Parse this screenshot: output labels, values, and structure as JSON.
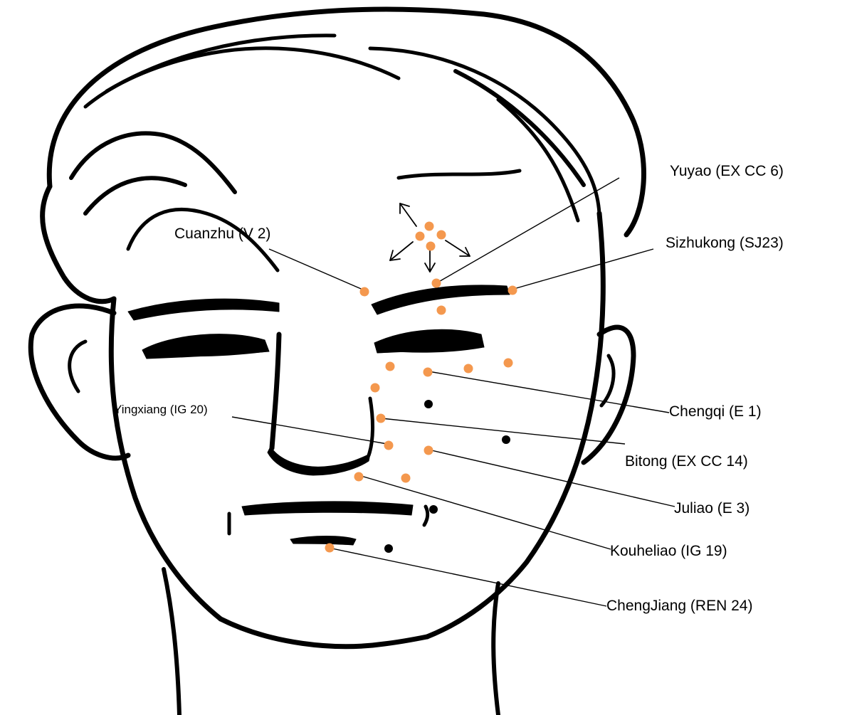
{
  "colors": {
    "acupoint": "#F4984E",
    "reference_point": "#000000",
    "line_art": "#000000",
    "background": "#ffffff"
  },
  "labels": {
    "yuyao": "Yuyao (EX CC 6)",
    "cuanzhu": "Cuanzhu (V 2)",
    "sizhukong": "Sizhukong (SJ23)",
    "chengqi": "Chengqi (E 1)",
    "yingxiang": "Yingxiang (IG 20)",
    "bitong": "Bitong (EX CC 14)",
    "juliao": "Juliao (E 3)",
    "kouheliao": "Kouheliao (IG 19)",
    "chengjiang": "ChengJiang (REN 24)"
  }
}
